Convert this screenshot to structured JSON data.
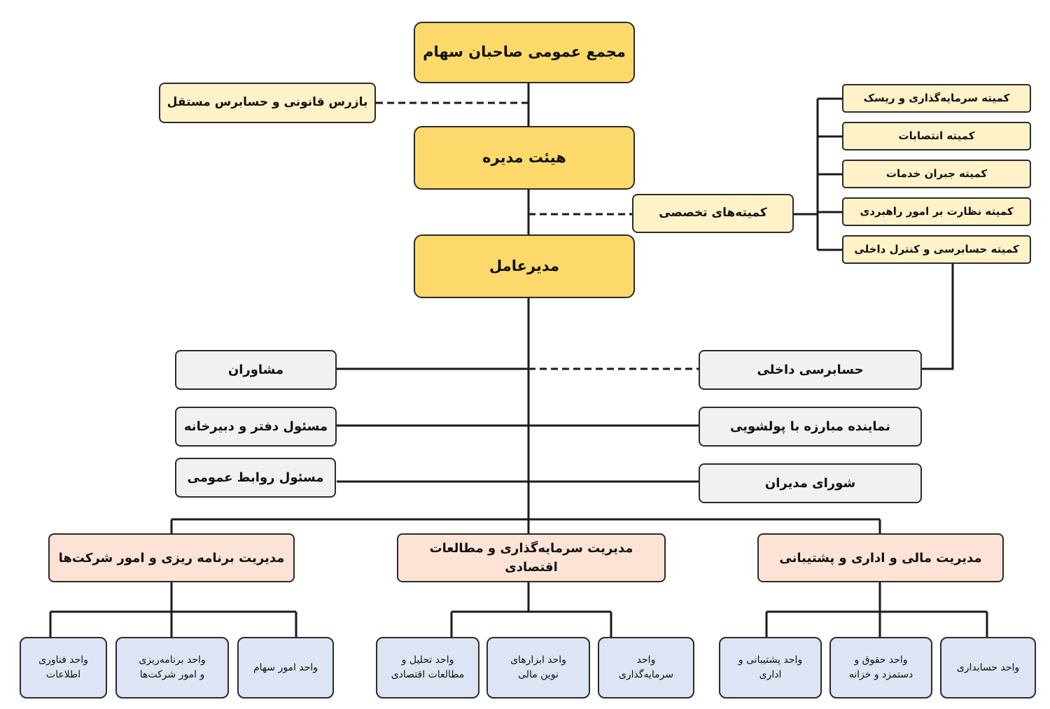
{
  "nodes": {
    "shareholders": "مجمع عمومی صاحبان سهام",
    "inspector": "بازرس قانونی و حسابرس مستقل",
    "board": "هیئت مدیره",
    "specialized_committees": "کمیته‌های تخصصی",
    "ceo": "مدیرعامل",
    "committees": [
      "کمیته سرمایه‌گذاری و ریسک",
      "کمیته انتصابات",
      "کمیته جبران خدمات",
      "کمیته نظارت بر امور راهبردی",
      "کمیته حسابرسی و کنترل داخلی"
    ],
    "advisors": "مشاوران",
    "internal_audit": "حسابرسی داخلی",
    "secretariat": "مسئول دفتر و دبیرخانه",
    "aml_rep": "نماینده مبارزه با پولشویی",
    "pr": "مسئول روابط عمومی",
    "managers_council": "شورای مدیران",
    "mgmt_planning": "مدیریت برنامه ریزی و امور شرکت‌ها",
    "mgmt_investment": "مدیریت سرمایه‌گذاری و مطالعات اقتصادی",
    "mgmt_finance": "مدیریت مالی و اداری و پشتیبانی",
    "units_planning": [
      [
        "واحد فناوری",
        "اطلاعات"
      ],
      [
        "واحد برنامه‌ریزی",
        "و امور شرکت‌ها"
      ],
      [
        "واحد امور سهام"
      ]
    ],
    "units_investment": [
      [
        "واحد تحلیل و",
        "مطالعات اقتصادی"
      ],
      [
        "واحد ابزارهای",
        "نوین مالی"
      ],
      [
        "واحد",
        "سرمایه‌گذاری"
      ]
    ],
    "units_finance": [
      [
        "واحد پشتیبانی و",
        "اداری"
      ],
      [
        "واحد حقوق و",
        "دستمزد و خزانه"
      ],
      [
        "واحد حسابداری"
      ]
    ]
  },
  "colors": {
    "top": "#fcd96a",
    "side": "#fff2c8",
    "staff": "#f1f1f1",
    "management": "#fde3d6",
    "unit": "#dde4f3",
    "line": "#1a1a1a"
  }
}
